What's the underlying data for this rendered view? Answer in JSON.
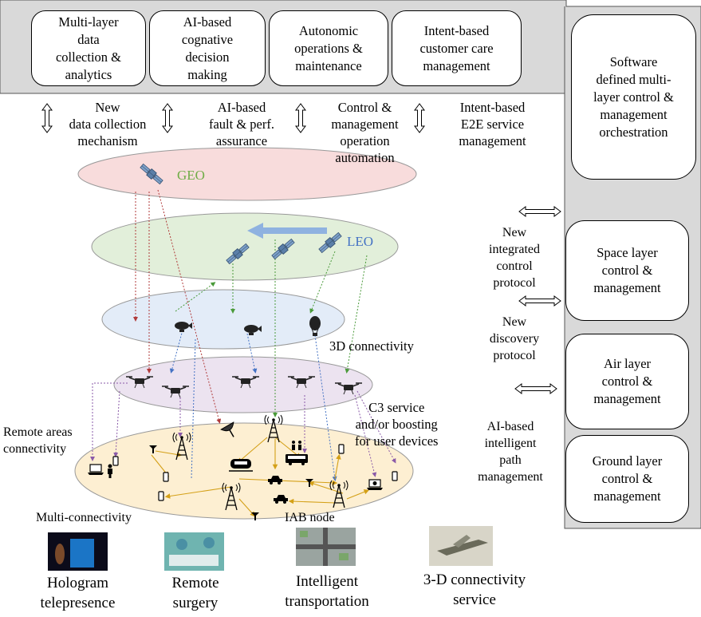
{
  "top_functions": [
    "Multi-layer\ndata\ncollection &\nanalytics",
    "AI-based\ncognative\ndecision\nmaking",
    "Autonomic\noperations &\nmaintenance",
    "Intent-based\ncustomer care\nmanagement"
  ],
  "orchestration_box": "Software\ndefined multi-\nlayer control &\nmanagement\norchestration",
  "interface_labels": [
    "New\ndata collection\nmechanism",
    "AI-based\nfault & perf.\nassurance",
    "Control &\nmanagement\noperation\nautomation",
    "Intent-based\nE2E service\nmanagement"
  ],
  "layer_boxes": [
    "Space layer\ncontrol &\nmanagement",
    "Air layer\ncontrol &\nmanagement",
    "Ground layer\ncontrol &\nmanagement"
  ],
  "protocol_labels": [
    "New\nintegrated\ncontrol\nprotocol",
    "New\ndiscovery\nprotocol",
    "AI-based\nintelligent\npath\nmanagement"
  ],
  "layers": {
    "geo": "GEO",
    "leo": "LEO",
    "connectivity_3d": "3D connectivity",
    "c3": "C3 service\nand/or boosting\nfor user devices",
    "remote_areas": "Remote areas\nconnectivity",
    "multi_connectivity": "Multi-connectivity",
    "iab": "IAB node"
  },
  "services": [
    {
      "label": "Hologram\ntelepresence"
    },
    {
      "label": "Remote\nsurgery"
    },
    {
      "label": "Intelligent\ntransportation"
    },
    {
      "label": "3-D connectivity\nservice"
    }
  ],
  "colors": {
    "panel": "#d9d9d9",
    "geo_fill": "#f8dcdc",
    "geo_text": "#70ad47",
    "leo_fill": "#e2efda",
    "leo_text": "#4472c4",
    "air_fill": "#e3ecf8",
    "uav_fill": "#ece3f0",
    "ground_fill": "#fdefd2",
    "ground_link": "#d4a017"
  }
}
